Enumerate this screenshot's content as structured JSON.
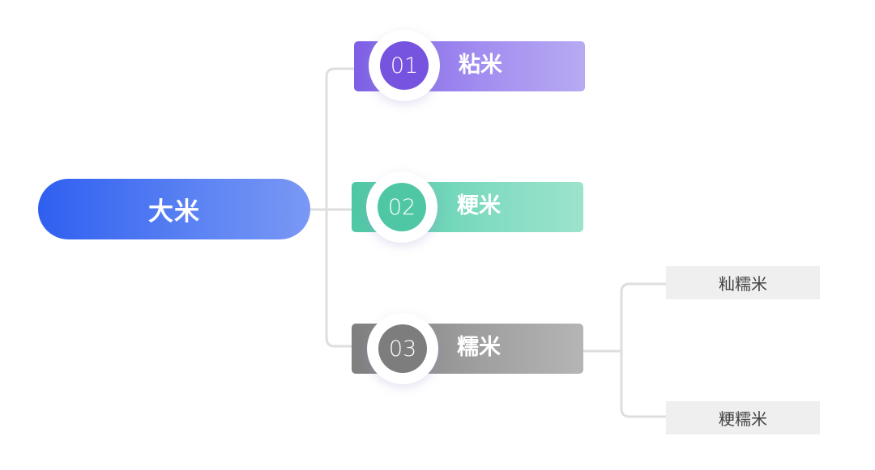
{
  "root": {
    "label": "大米",
    "color": "#3a66f1"
  },
  "branches": [
    {
      "number": "01",
      "label": "粘米",
      "color": "#7754e0"
    },
    {
      "number": "02",
      "label": "粳米",
      "color": "#4fc7a5"
    },
    {
      "number": "03",
      "label": "糯米",
      "color": "#7d7d7d",
      "children": [
        {
          "label": "籼糯米"
        },
        {
          "label": "粳糯米"
        }
      ]
    }
  ],
  "connector_color": "#dedede"
}
